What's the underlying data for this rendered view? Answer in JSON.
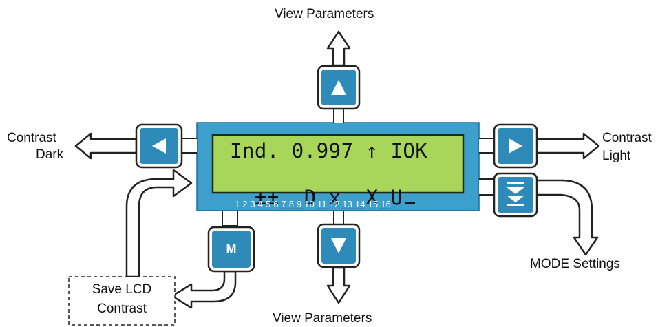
{
  "labels": {
    "view_parameters_top": "View Parameters",
    "view_parameters_bottom": "View Parameters",
    "contrast_dark_line1": "Contrast",
    "contrast_dark_line2": "Dark",
    "contrast_light_line1": "Contrast",
    "contrast_light_line2": "Light",
    "mode_settings": "MODE Settings",
    "save_lcd_line1": "Save LCD",
    "save_lcd_line2": "Contrast"
  },
  "lcd": {
    "line1": "Ind. 0.997 ↑ IOK",
    "line2_prefix": "±±_",
    "line2_rest": "_D_x__X_U",
    "column_numbers": "1 2 3 4 5 6 7 8 9 10 11 12 13 14 15 16"
  },
  "buttons": {
    "menu_label": "M"
  },
  "colors": {
    "button_blue": "#2e8ab8",
    "lcd_frame": "#3d9fcc",
    "lcd_screen": "#a8d65a"
  }
}
